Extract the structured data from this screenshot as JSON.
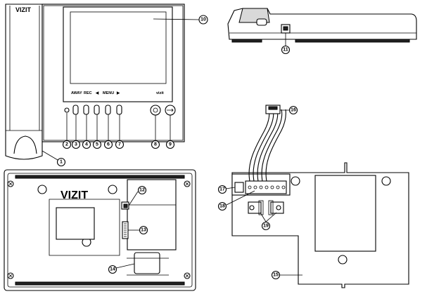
{
  "brand": "VIZIT",
  "front_panel": {
    "screen_labels": {
      "away": "AWAY",
      "rec": "REC",
      "left_arrow": "◀",
      "menu": "MENU",
      "right_arrow": "▶",
      "logo": "vizit"
    },
    "back_logo": "VIZIT"
  },
  "callouts": [
    "1",
    "2",
    "3",
    "4",
    "5",
    "6",
    "7",
    "8",
    "9",
    "10",
    "11",
    "12",
    "13",
    "14",
    "15",
    "16",
    "17",
    "18",
    "19"
  ]
}
